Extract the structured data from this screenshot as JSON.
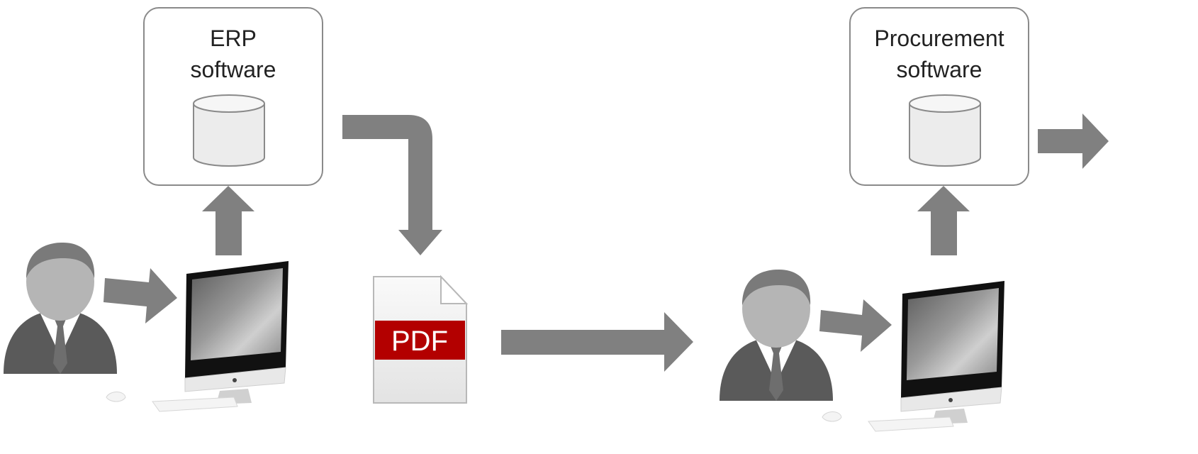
{
  "colors": {
    "arrow": "#808080",
    "box_border": "#8a8a8a",
    "person_dark": "#5a5a5a",
    "person_face": "#b3b3b3",
    "pdf_band": "#b30000",
    "pdf_page": "#f0f0f0"
  },
  "systems": [
    {
      "label": "ERP\nsoftware",
      "icon": "database-icon"
    },
    {
      "label": "Procurement\nsoftware",
      "icon": "database-icon"
    }
  ],
  "document": {
    "label": "PDF",
    "icon": "pdf-document-icon"
  },
  "actors": [
    {
      "icon": "person-icon"
    },
    {
      "icon": "person-icon"
    }
  ],
  "workstations": [
    {
      "icon": "desktop-computer-icon"
    },
    {
      "icon": "desktop-computer-icon"
    }
  ]
}
